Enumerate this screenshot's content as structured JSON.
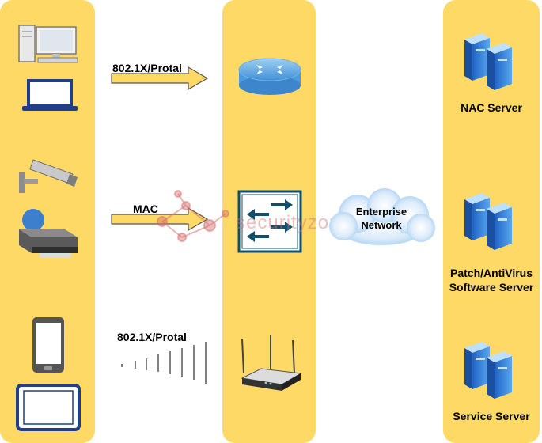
{
  "arrows": [
    {
      "label": "802.1X/Protal"
    },
    {
      "label": "MAC"
    }
  ],
  "wireless": {
    "label": "802.1X/Protal"
  },
  "cloud": {
    "label_line1": "Enterprise",
    "label_line2": "Network"
  },
  "servers": [
    {
      "label": "NAC Server"
    },
    {
      "label_line1": "Patch/AntiVirus",
      "label_line2": "Software Server"
    },
    {
      "label": "Service Server"
    }
  ],
  "watermark": "securityzone",
  "icons": [
    "desktop-icon",
    "laptop-icon",
    "camera-icon",
    "printer-icon",
    "phone-icon",
    "tablet-icon",
    "router-icon",
    "switch-icon",
    "wireless-router-icon",
    "cloud-icon",
    "server-icon"
  ],
  "colors": {
    "column": "#ffd966",
    "arrow": "#ffd966",
    "device_blue": "#1f3f8a",
    "server_blue": "#2c7be5"
  }
}
